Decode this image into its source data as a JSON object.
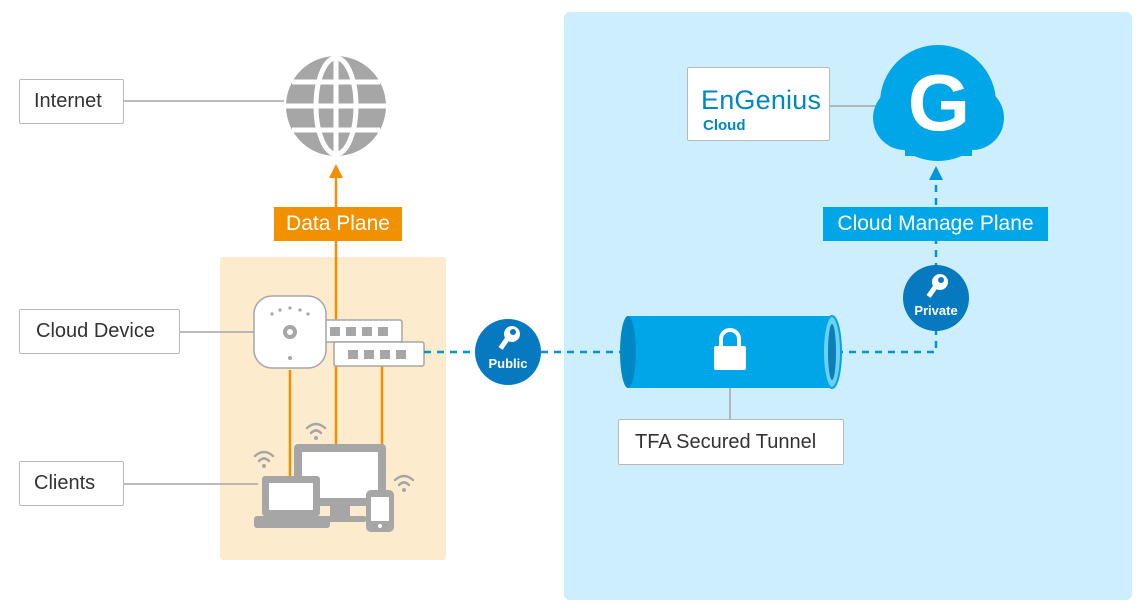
{
  "labels": {
    "internet": "Internet",
    "cloud_device": "Cloud Device",
    "clients": "Clients",
    "data_plane": "Data Plane",
    "cloud_manage_plane": "Cloud Manage Plane",
    "public": "Public",
    "private": "Private",
    "tunnel": "TFA Secured Tunnel"
  },
  "brand": {
    "name": "EnGenius",
    "product": "Cloud",
    "g_mark": "G"
  },
  "colors": {
    "orange": "#f29100",
    "blue": "#00a6e8",
    "dark_blue": "#0679c0",
    "cloud_bg": "#cdeefd",
    "device_bg": "#fdebcd",
    "gray_icon": "#a6a6a6"
  },
  "icons": [
    "globe-icon",
    "access-point-icon",
    "switch-icon",
    "key-icon",
    "lock-icon",
    "cloud-icon",
    "wifi-icon",
    "laptop-icon",
    "monitor-icon",
    "phone-icon"
  ]
}
